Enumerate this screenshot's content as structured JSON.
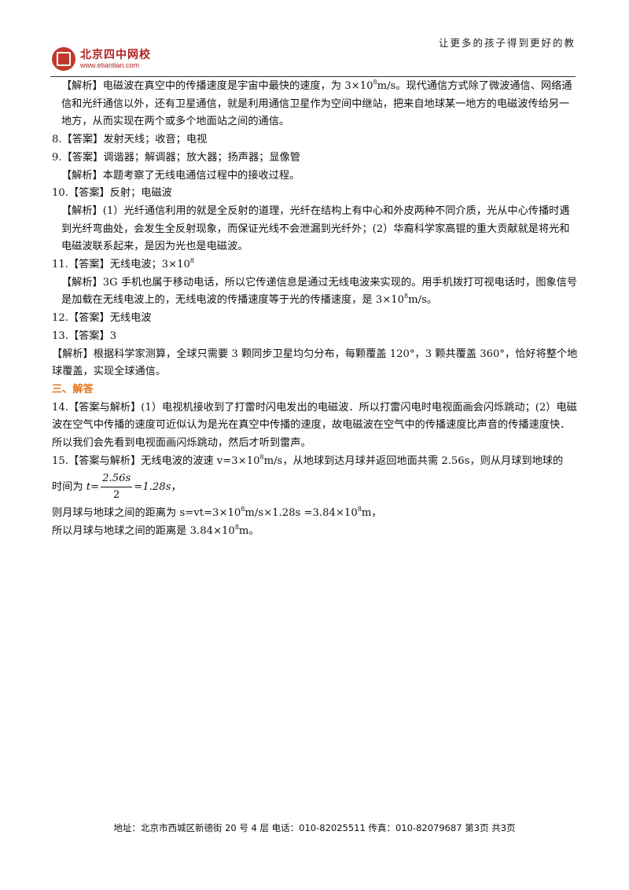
{
  "header": {
    "logo_name": "北京四中网校",
    "logo_url": "www.etiantian.com",
    "slogan": "让更多的孩子得到更好的教"
  },
  "content": {
    "p1": "【解析】电磁波在真空中的传播速度是宇宙中最快的速度，为 3×10",
    "p1_sup": "8",
    "p1_tail": "m/s。现代通信方式除了微波通信、网络通信和光纤通信以外，还有卫星通信，就是利用通信卫星作为空间中继站，把来自地球某一地方的电磁波传给另一地方，从而实现在两个或多个地面站之间的通信。",
    "p2": "8.【答案】发射天线；收音；电视",
    "p3": "9.【答案】调谐器；解调器；放大器；扬声器；显像管",
    "p4": "【解析】本题考察了无线电通信过程中的接收过程。",
    "p5": "10.【答案】反射；电磁波",
    "p6": "【解析】(1）光纤通信利用的就是全反射的道理，光纤在结构上有中心和外皮两种不同介质，光从中心传播时遇到光纤弯曲处，会发生全反射现象，而保证光线不会泄漏到光纤外；(2）华裔科学家高锟的重大贡献就是将光和电磁波联系起来，是因为光也是电磁波。",
    "p7": "11.【答案】无线电波；3×10",
    "p7_sup": "8",
    "p8": "【解析】3G 手机也属于移动电话，所以它传递信息是通过无线电波来实现的。用手机拨打可视电话时，图象信号是加载在无线电波上的，无线电波的传播速度等于光的传播速度，是 3×10",
    "p8_sup": "8",
    "p8_tail": "m/s。",
    "p9": "12.【答案】无线电波",
    "p10": "13.【答案】3",
    "p11": "【解析】根据科学家测算，全球只需要 3 颗同步卫星均匀分布，每颗覆盖 120°，3 颗共覆盖 360°，恰好将整个地球覆盖，实现全球通信。",
    "section3": "三、解答",
    "p12": "14.【答案与解析】(1）电视机接收到了打雷时闪电发出的电磁波．所以打雷闪电时电视面画会闪烁跳动；(2）电磁波在空气中传播的速度可近似认为是光在真空中传播的速度，故电磁波在空气中的传播速度比声音的传播速度快．所以我们会先看到电视面画闪烁跳动，然后才听到雷声。",
    "p13": "15.【答案与解析】无线电波的波速 v=3×10",
    "p13_sup": "8",
    "p13_tail": "m/s，从地球到达月球并返回地面共需 2.56s，则从月球到地球的",
    "p14_a": "时间为",
    "p14_t": "t",
    "p14_eq": "=",
    "p14_num": "2.56s",
    "p14_den": "2",
    "p14_result": "=1.28s",
    "p14_comma": "，",
    "p15": "则月球与地球之间的距离为 s=vt=3×10",
    "p15_sup1": "8",
    "p15_mid": "m/s×1.28s =3.84×10",
    "p15_sup2": "8",
    "p15_tail": "m，",
    "p16": "所以月球与地球之间的距离是 3.84×10",
    "p16_sup": "8",
    "p16_tail": "m。"
  },
  "footer": {
    "text": "地址：北京市西城区新德街 20 号 4 层  电话：010-82025511  传真：010-82079687   第3页  共3页"
  }
}
